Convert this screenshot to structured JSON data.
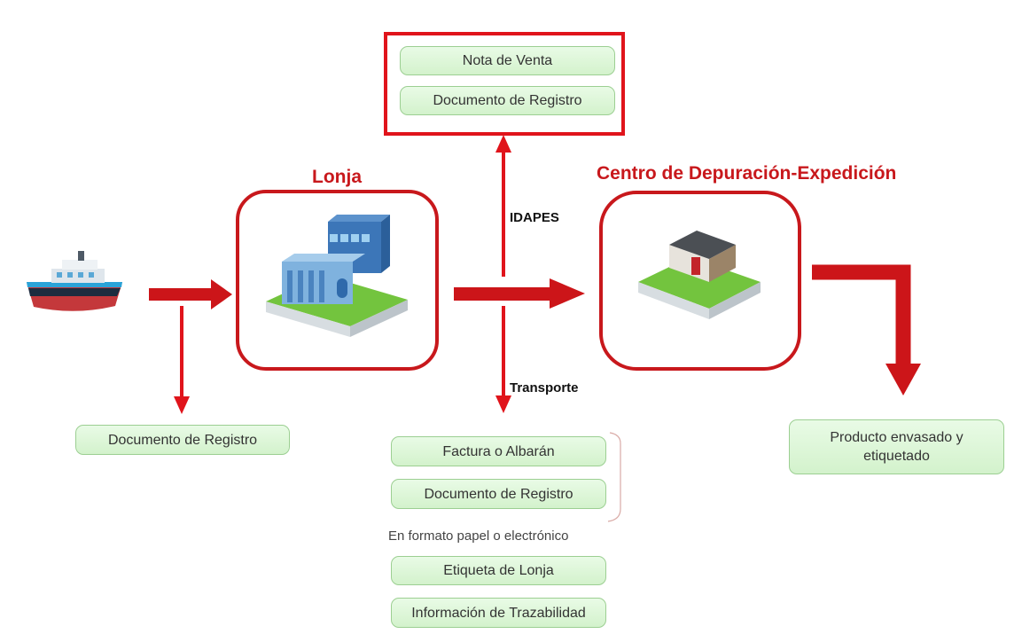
{
  "stages": {
    "lonja_title": "Lonja",
    "centro_title": "Centro de Depuración-Expedición"
  },
  "flows": {
    "idapes_label": "IDAPES",
    "transporte_label": "Transporte"
  },
  "top_docs": {
    "nota_venta": "Nota de Venta",
    "documento_registro": "Documento de Registro"
  },
  "vessel_doc": "Documento de Registro",
  "transport_docs": {
    "factura": "Factura o Albarán",
    "documento_registro": "Documento de Registro",
    "format_note": "En formato papel o electrónico",
    "etiqueta": "Etiqueta de Lonja",
    "trazabilidad": "Información de Trazabilidad"
  },
  "output_doc": "Producto envasado y etiquetado",
  "colors": {
    "arrow_red": "#cc1519",
    "frame_red": "#e0141b",
    "title_red": "#c8181c",
    "box_green": "#d8f4d1"
  },
  "icons": {
    "vessel": "fishing-boat-icon",
    "lonja": "fish-market-building-icon",
    "centro": "depuration-center-building-icon"
  }
}
